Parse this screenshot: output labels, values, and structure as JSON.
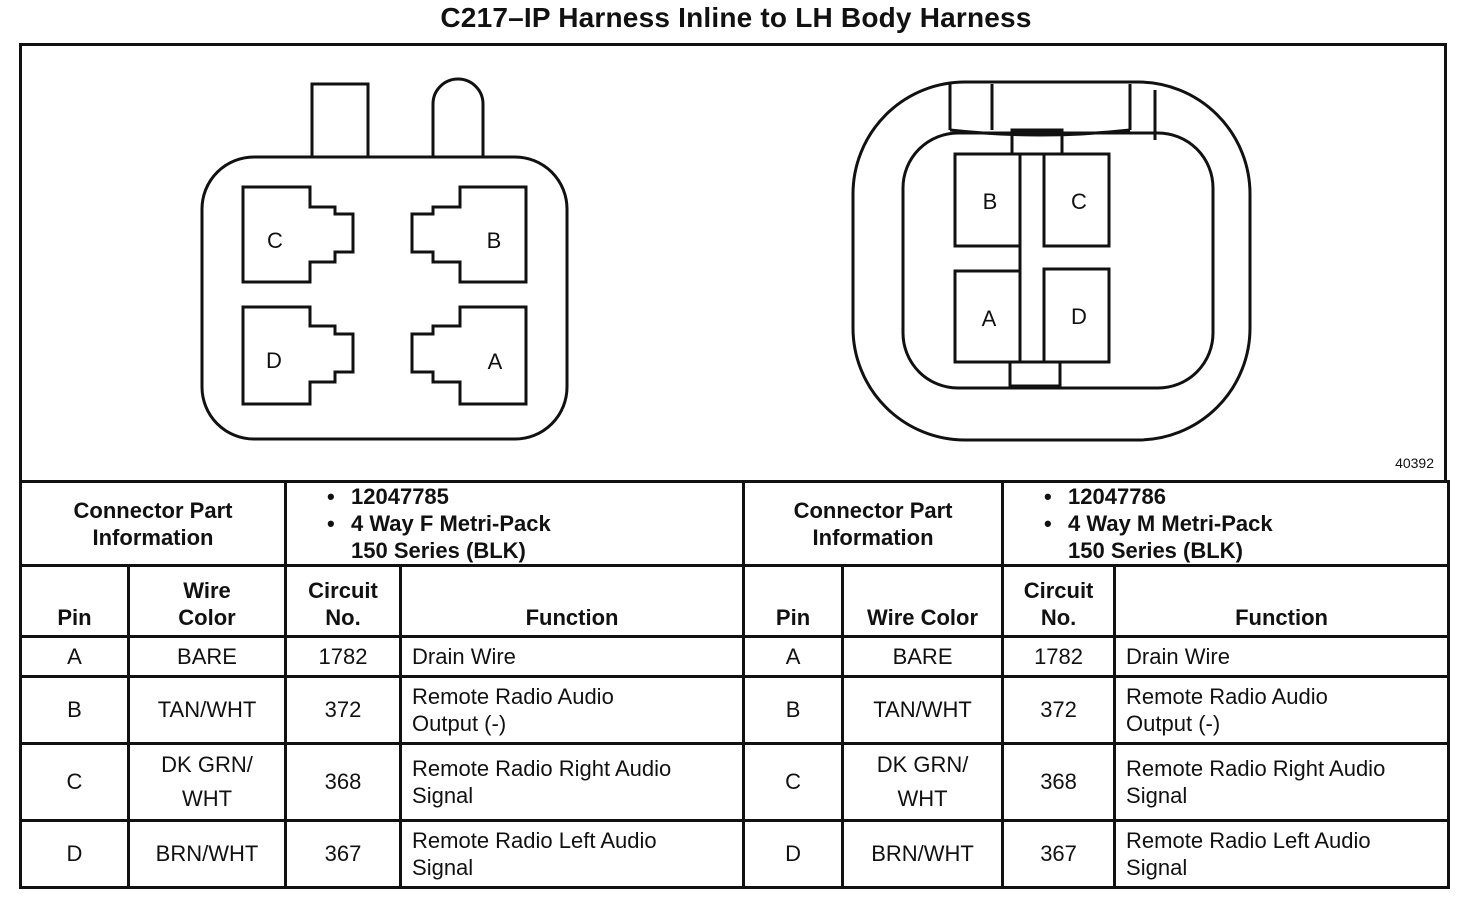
{
  "title": "C217–IP Harness Inline to LH Body Harness",
  "figure_number": "40392",
  "left_connector": {
    "cavity_labels": {
      "a": "A",
      "b": "B",
      "c": "C",
      "d": "D"
    }
  },
  "right_connector": {
    "cavity_labels": {
      "a": "A",
      "b": "B",
      "c": "C",
      "d": "D"
    }
  },
  "table": {
    "info_label_line1": "Connector Part",
    "info_label_line2": "Information",
    "left_part": {
      "number": "12047785",
      "desc_line1": "4 Way F Metri-Pack",
      "desc_line2": "150 Series (BLK)"
    },
    "right_part": {
      "number": "12047786",
      "desc_line1": "4 Way M Metri-Pack",
      "desc_line2": "150 Series (BLK)"
    },
    "col_pin": "Pin",
    "col_wire_left_1": "Wire",
    "col_wire_left_2": "Color",
    "col_wire_right": "Wire Color",
    "col_circuit_1": "Circuit",
    "col_circuit_2": "No.",
    "col_function": "Function",
    "rows": [
      {
        "pin": "A",
        "wire_1": "BARE",
        "wire_2": "",
        "circuit": "1782",
        "function_1": "Drain Wire",
        "function_2": ""
      },
      {
        "pin": "B",
        "wire_1": "TAN/WHT",
        "wire_2": "",
        "circuit": "372",
        "function_1": "Remote Radio Audio",
        "function_2": "Output (-)"
      },
      {
        "pin": "C",
        "wire_1": "DK GRN/",
        "wire_2": "WHT",
        "circuit": "368",
        "function_1": "Remote Radio Right Audio",
        "function_2": "Signal"
      },
      {
        "pin": "D",
        "wire_1": "BRN/WHT",
        "wire_2": "",
        "circuit": "367",
        "function_1": "Remote Radio Left Audio",
        "function_2": "Signal"
      }
    ]
  }
}
